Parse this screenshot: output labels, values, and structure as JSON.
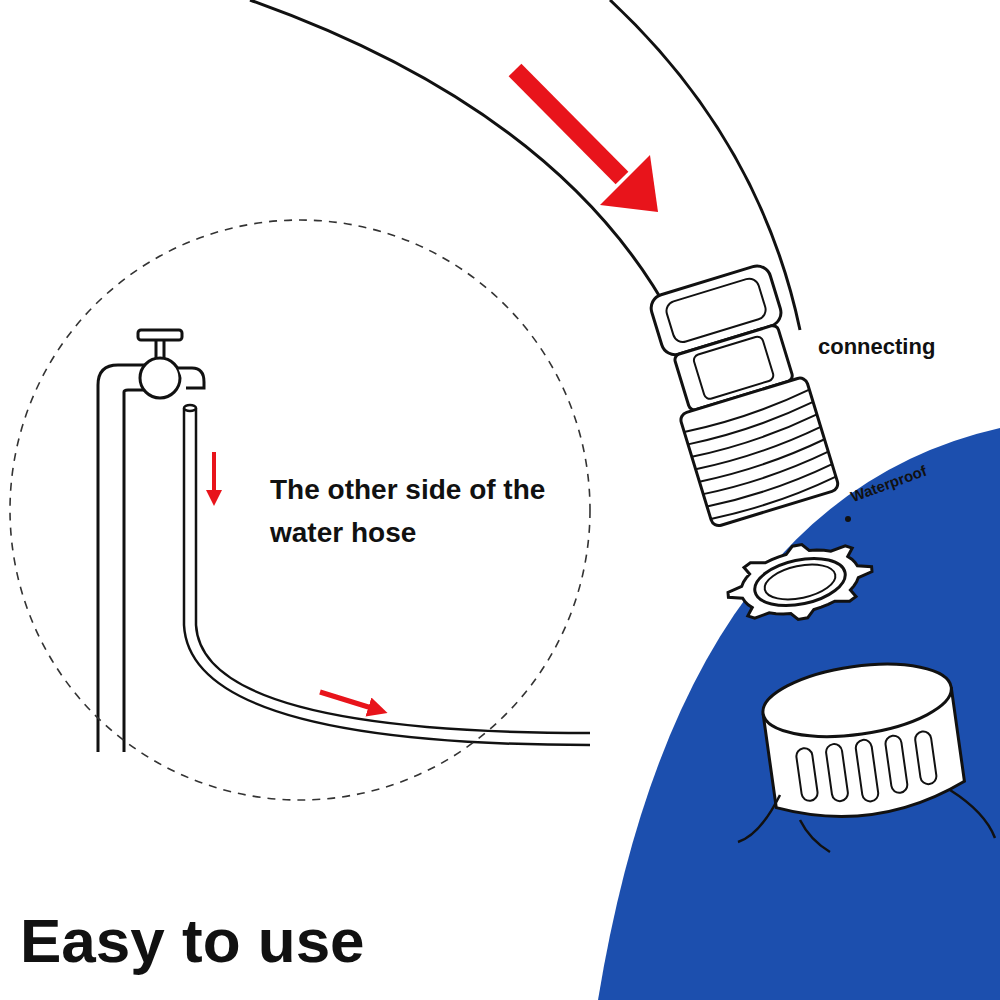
{
  "diagram": {
    "title": "Easy to use",
    "nodes": [
      {
        "text": [
          "The other side of the water hose"
        ]
      }
    ],
    "labels": [
      "connecting",
      "Waterproof"
    ]
  }
}
